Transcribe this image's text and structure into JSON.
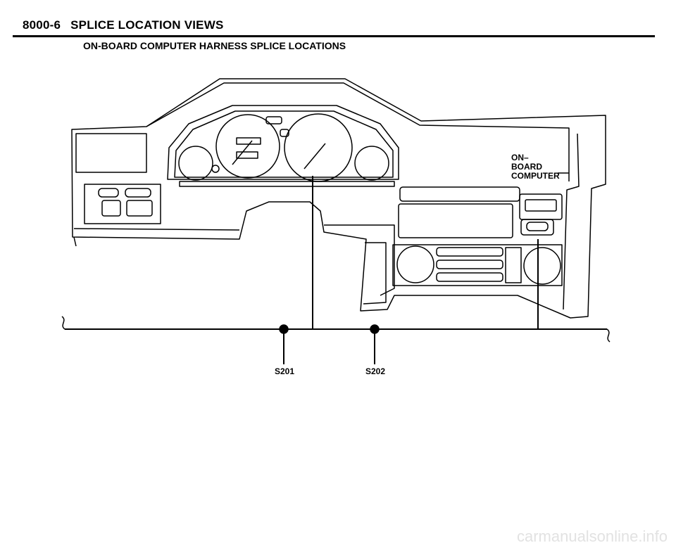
{
  "header": {
    "section": "8000-6",
    "title": "SPLICE LOCATION VIEWS"
  },
  "subtitle": "ON-BOARD COMPUTER HARNESS SPLICE LOCATIONS",
  "callout": {
    "line1": "ON–",
    "line2": "BOARD",
    "line3": "COMPUTER"
  },
  "splices": {
    "s201": "S201",
    "s202": "S202"
  },
  "watermark": "carmanualsonline.info"
}
